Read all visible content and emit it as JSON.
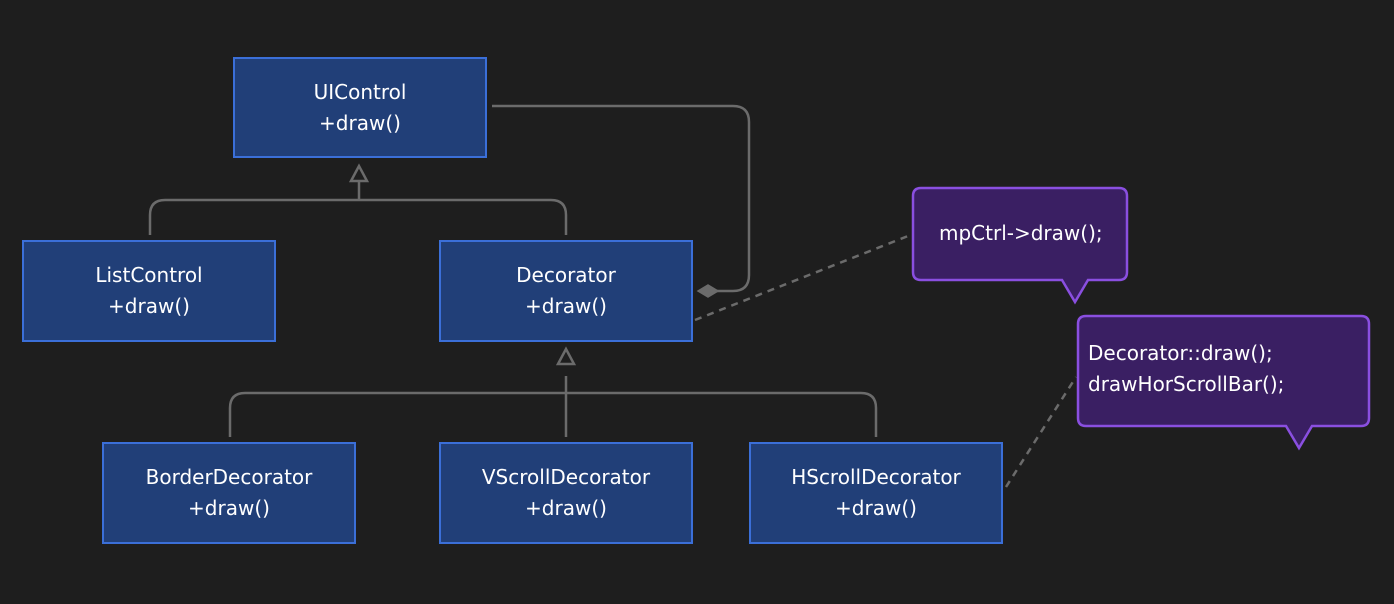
{
  "classes": {
    "uicontrol": {
      "name": "UIControl",
      "method": "+draw()"
    },
    "listcontrol": {
      "name": "ListControl",
      "method": "+draw()"
    },
    "decorator": {
      "name": "Decorator",
      "method": "+draw()"
    },
    "border_decorator": {
      "name": "BorderDecorator",
      "method": "+draw()"
    },
    "vscroll_decorator": {
      "name": "VScrollDecorator",
      "method": "+draw()"
    },
    "hscroll_decorator": {
      "name": "HScrollDecorator",
      "method": "+draw()"
    }
  },
  "notes": {
    "decorator_note": {
      "line1": "mpCtrl->draw();"
    },
    "hscroll_note": {
      "line1": "Decorator::draw();",
      "line2": "drawHorScrollBar();"
    }
  },
  "colors": {
    "background": "#1e1e1e",
    "class_fill": "#213f78",
    "class_border": "#3b6fd8",
    "note_fill": "#3a1f63",
    "note_border": "#8a4fe0",
    "connector": "#6b6b6b"
  }
}
